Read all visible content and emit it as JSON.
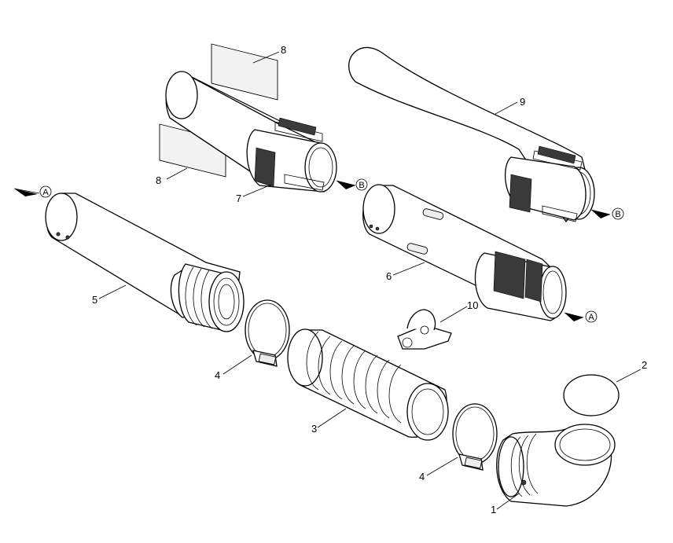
{
  "callouts": {
    "c1": "1",
    "c2": "2",
    "c3": "3",
    "c4a": "4",
    "c4b": "4",
    "c5": "5",
    "c6": "6",
    "c7": "7",
    "c8a": "8",
    "c8b": "8",
    "c9": "9",
    "c10": "10"
  },
  "refs": {
    "a_left": "A",
    "a_right": "A",
    "b_mid": "B",
    "b_right": "B"
  },
  "icons": {
    "ref_arrow": "arrow-to-circle-icon",
    "clamp": "hose-clamp-icon"
  }
}
